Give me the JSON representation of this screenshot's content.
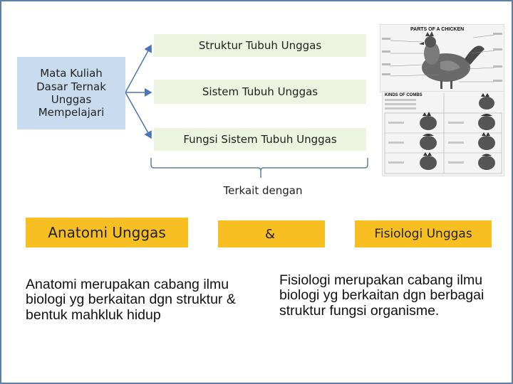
{
  "center_box": {
    "text": "Mata Kuliah Dasar Ternak Unggas Mempelajari"
  },
  "branches": [
    {
      "text": "Struktur Tubuh Unggas"
    },
    {
      "text": "Sistem Tubuh Unggas"
    },
    {
      "text": "Fungsi Sistem Tubuh Unggas"
    }
  ],
  "relation": {
    "text": "Terkait dengan"
  },
  "anatomy": {
    "title": "Anatomi Unggas",
    "definition": "Anatomi merupakan cabang ilmu biologi yg berkaitan dgn struktur & bentuk mahkluk hidup"
  },
  "connector": {
    "text": "&"
  },
  "physiology": {
    "title": "Fisiologi Unggas",
    "definition": "Fisiologi merupakan cabang ilmu biologi yg berkaitan dgn berbagai struktur  fungsi organisme."
  },
  "chicken_figure": {
    "title": "PARTS OF A CHICKEN"
  },
  "combs_figure": {
    "title": "KINDS OF COMBS"
  },
  "colors": {
    "frame": "#5b7fa6",
    "blue_box": "#c9dcef",
    "green_box": "#ecf3df",
    "orange_box": "#f7bf22",
    "arrow": "#4a76b8"
  }
}
